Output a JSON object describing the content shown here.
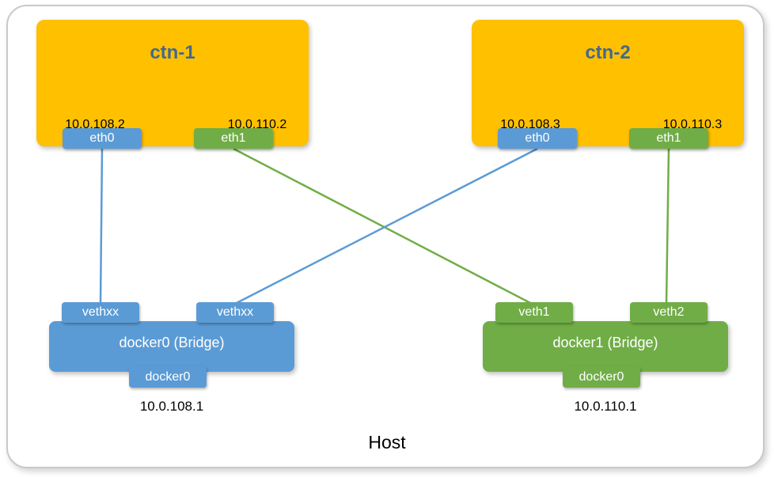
{
  "host": {
    "label": "Host"
  },
  "containers": [
    {
      "name": "ctn-1",
      "ips": [
        "10.0.108.2",
        "10.0.110.2"
      ],
      "interfaces": [
        {
          "label": "eth0",
          "color": "#5B9BD5"
        },
        {
          "label": "eth1",
          "color": "#70AD47"
        }
      ]
    },
    {
      "name": "ctn-2",
      "ips": [
        "10.0.108.3",
        "10.0.110.3"
      ],
      "interfaces": [
        {
          "label": "eth0",
          "color": "#5B9BD5"
        },
        {
          "label": "eth1",
          "color": "#70AD47"
        }
      ]
    }
  ],
  "bridges": [
    {
      "name": "docker0 (Bridge)",
      "color": "#5B9BD5",
      "veths": [
        "vethxx",
        "vethxx"
      ],
      "sub_label": "docker0",
      "ip": "10.0.108.1"
    },
    {
      "name": "docker1 (Bridge)",
      "color": "#70AD47",
      "veths": [
        "veth1",
        "veth2"
      ],
      "sub_label": "docker0",
      "ip": "10.0.110.1"
    }
  ],
  "connections": [
    {
      "from": "ctn-1 eth0",
      "to": "docker0 vethxx (left)",
      "color": "#5B9BD5"
    },
    {
      "from": "ctn-1 eth1",
      "to": "docker1 veth1",
      "color": "#70AD47"
    },
    {
      "from": "ctn-2 eth0",
      "to": "docker0 vethxx (right)",
      "color": "#5B9BD5"
    },
    {
      "from": "ctn-2 eth1",
      "to": "docker1 veth2",
      "color": "#70AD47"
    }
  ],
  "colors": {
    "container_fill": "#FFC000",
    "bridge_blue": "#5B9BD5",
    "bridge_green": "#70AD47",
    "container_title_text": "#44698F",
    "host_border": "#C9C9C9"
  }
}
